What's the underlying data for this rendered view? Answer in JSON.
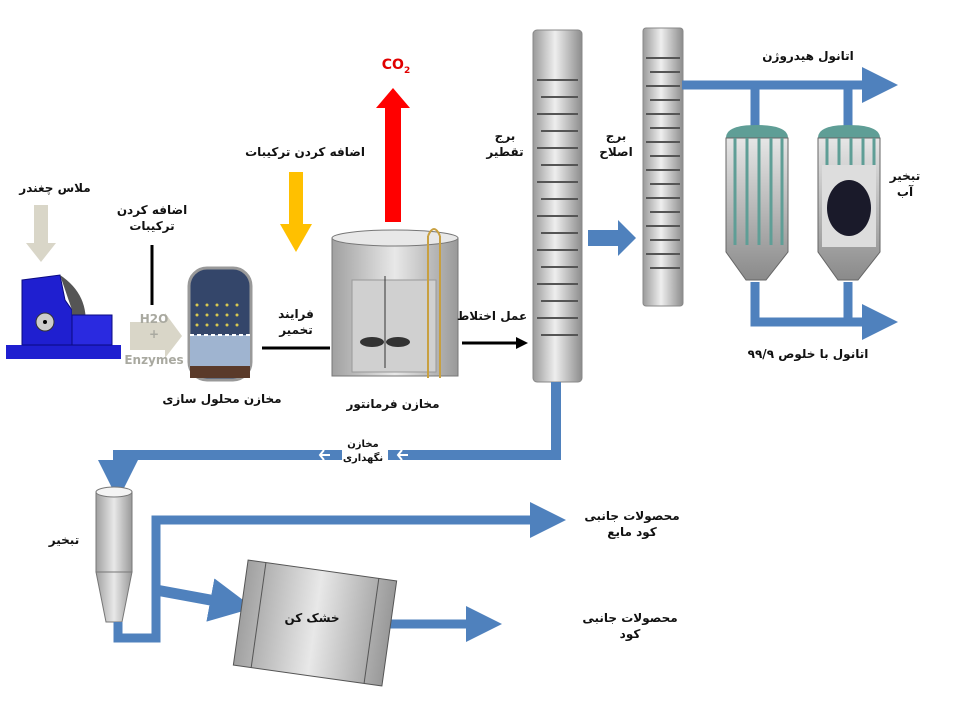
{
  "labels": {
    "beet_molasses": "ملاس چغندر",
    "add_ingredients_1": "اضافه کردن\nترکیبات",
    "add_ingredients_2": "اضافه کردن ترکیبات",
    "h2o": "H2O",
    "plus": "+",
    "enzymes": "Enzymes",
    "dissolution_tanks": "مخازن محلول سازی",
    "fermentation_process": "فرایند\nتخمیر",
    "co2": "CO",
    "co2_sub": "2",
    "fermenter_tanks": "مخازن فرمانتور",
    "mixing": "عمل اختلاط",
    "distillation_tower": "برج\nتقطیر",
    "rectification_tower": "برج\nاصلاح",
    "hydrous_ethanol": "اتانول هیدروژن",
    "water_evaporation": "تبخیر\nآب",
    "ethanol_purity": "اتانول با خلوص ۹۹/۹",
    "storage_tanks": "مخازن\nنگهداری",
    "evaporation": "تبخیر",
    "liquid_fertilizer": "محصولات جانبی\nکود مایع",
    "dryer": "خشک کن",
    "fertilizer": "محصولات جانبی\nکود"
  },
  "colors": {
    "pipe": "#4f81bd",
    "co2_arrow": "#ff0000",
    "ingredient_arrow": "#ffc000",
    "feed_arrow": "#d9d6c8",
    "mill": "#1f1fd0",
    "vessel_top": "#5f9e96"
  }
}
